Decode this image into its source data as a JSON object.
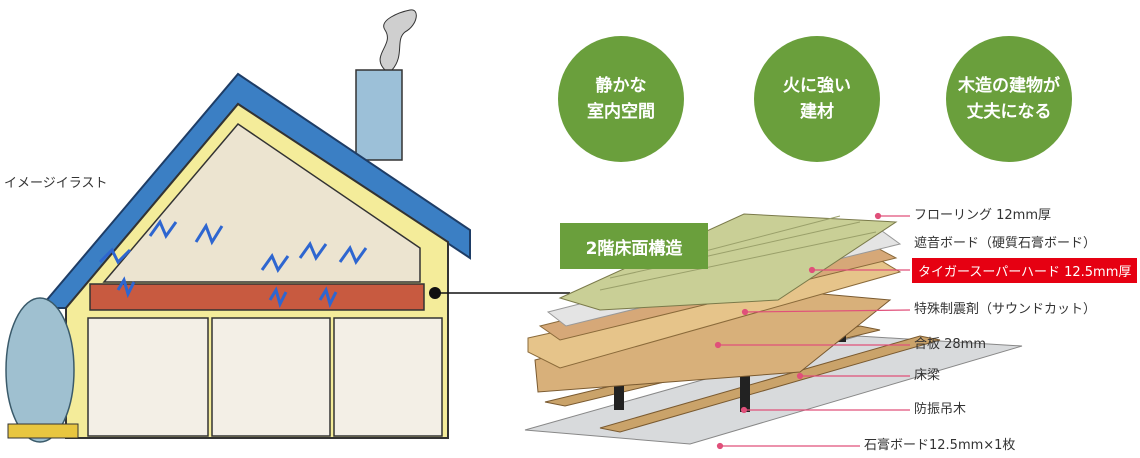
{
  "caption": "イメージイラスト",
  "features": [
    {
      "text": "静かな\n室内空間"
    },
    {
      "text": "火に強い\n建材"
    },
    {
      "text": "木造の建物が\n丈夫になる"
    }
  ],
  "structure_title": "2階床面構造",
  "layers": {
    "flooring": "フローリング 12mm厚",
    "sound_board": "遮音ボード（硬質石膏ボード）",
    "tiger_board": "タイガースーパーハード 12.5mm厚",
    "damper": "特殊制震剤（サウンドカット）",
    "plywood": "合板 28mm",
    "beam": "床梁",
    "hanger": "防振吊木",
    "gypsum": "石膏ボード12.5mm×1枚"
  },
  "colors": {
    "green": "#6a9f3c",
    "red": "#e60012",
    "pink_line": "#e0507a"
  }
}
